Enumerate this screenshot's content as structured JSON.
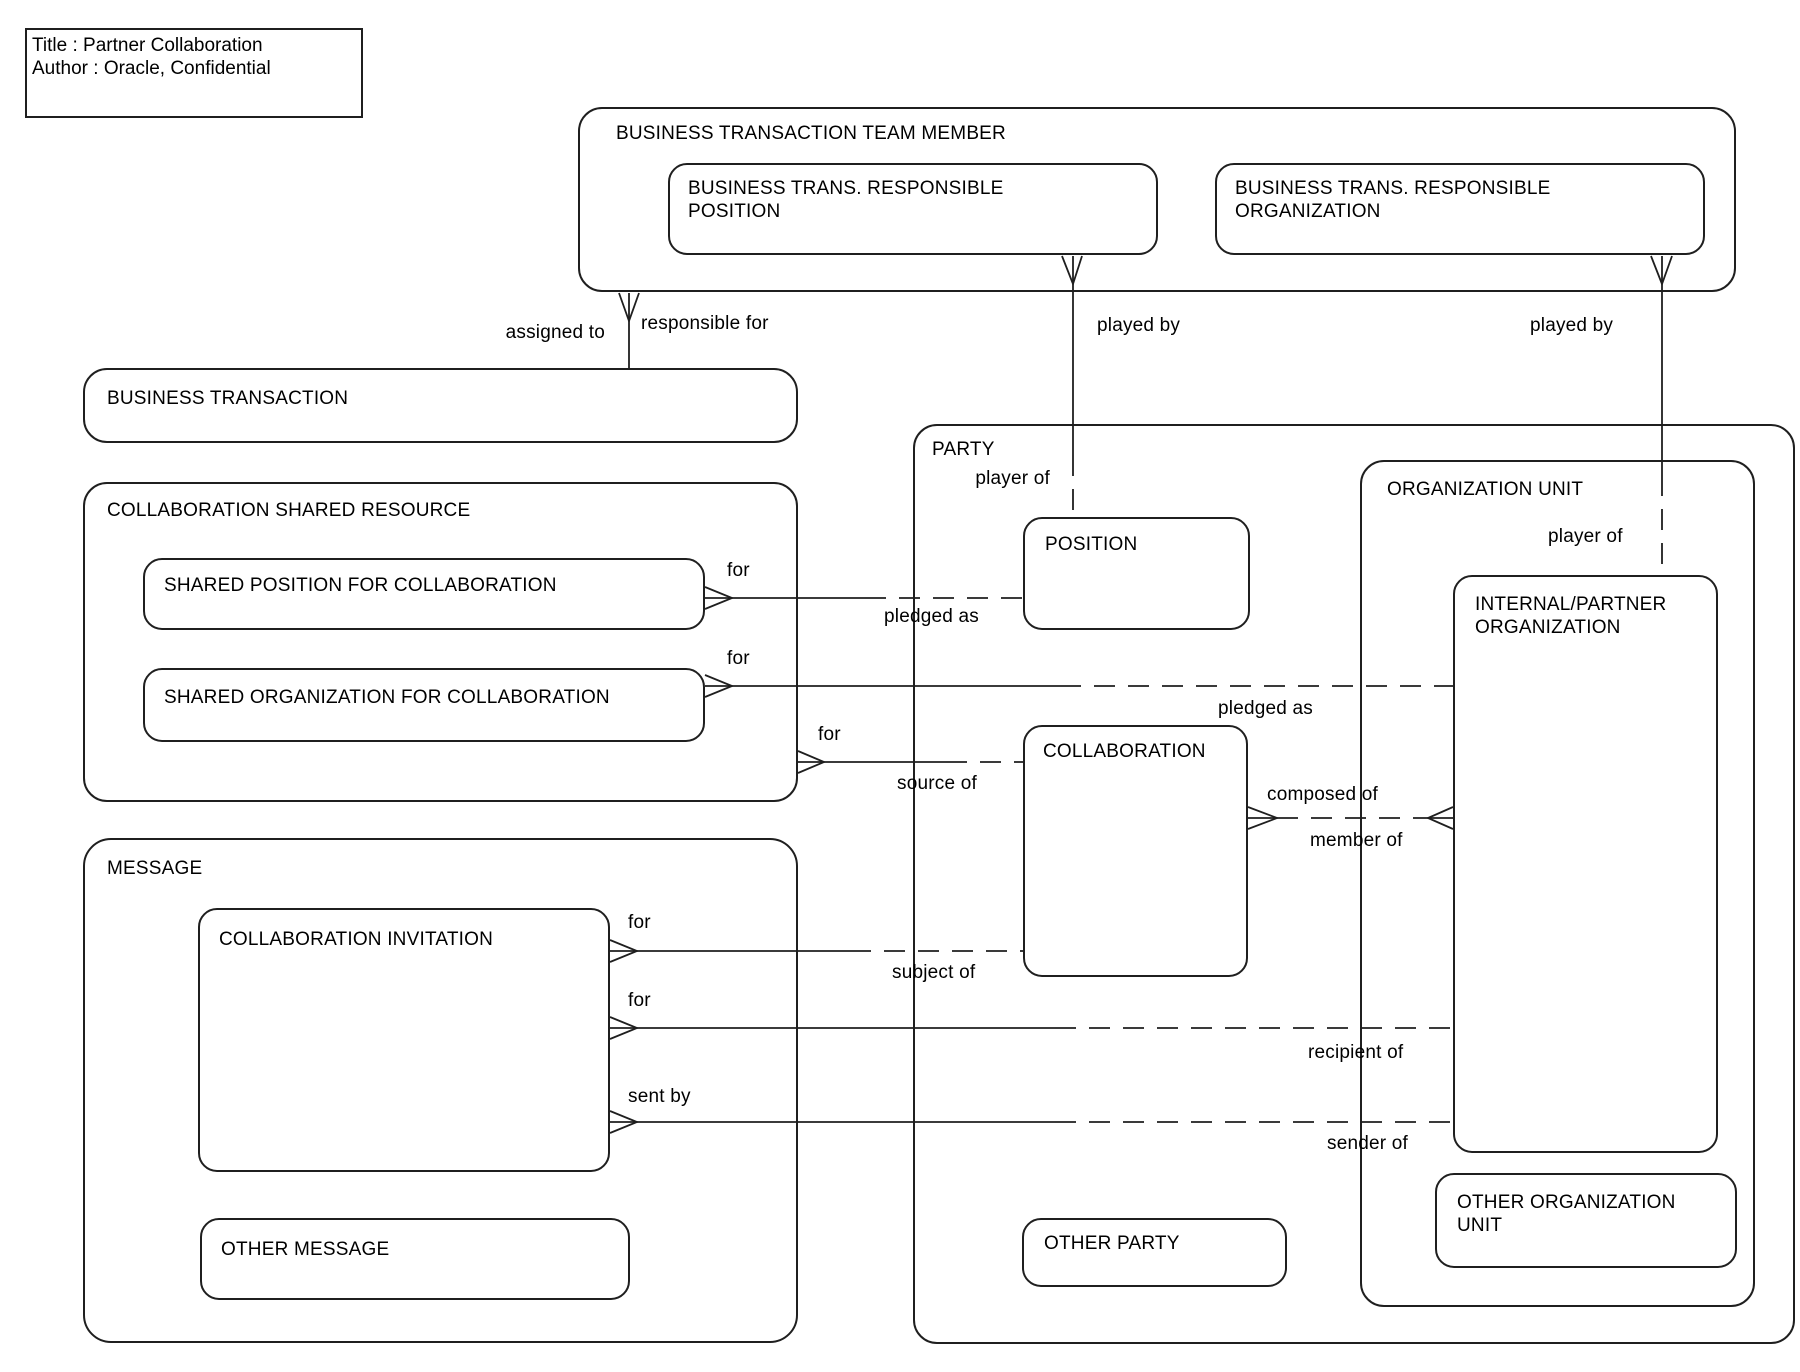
{
  "diagram": {
    "title_block": {
      "line1": "Title : Partner Collaboration",
      "line2": "Author : Oracle, Confidential"
    },
    "entities": {
      "business_transaction_team_member": "BUSINESS TRANSACTION TEAM MEMBER",
      "business_trans_responsible_position": "BUSINESS TRANS. RESPONSIBLE POSITION",
      "business_trans_responsible_organization": "BUSINESS TRANS. RESPONSIBLE ORGANIZATION",
      "business_transaction": "BUSINESS TRANSACTION",
      "collaboration_shared_resource": "COLLABORATION SHARED RESOURCE",
      "shared_position_for_collaboration": "SHARED POSITION FOR COLLABORATION",
      "shared_organization_for_collaboration": "SHARED ORGANIZATION FOR COLLABORATION",
      "message": "MESSAGE",
      "collaboration_invitation": "COLLABORATION INVITATION",
      "other_message": "OTHER MESSAGE",
      "party": "PARTY",
      "position": "POSITION",
      "collaboration": "COLLABORATION",
      "other_party": "OTHER PARTY",
      "organization_unit": "ORGANIZATION UNIT",
      "internal_partner_organization": "INTERNAL/PARTNER ORGANIZATION",
      "other_organization_unit": "OTHER ORGANIZATION UNIT"
    },
    "relationship_labels": {
      "assigned_to": "assigned to",
      "responsible_for": "responsible for",
      "played_by_position": "played by",
      "played_by_organization": "played by",
      "player_of_position": "player of",
      "player_of_organization": "player of",
      "for_shared_position": "for",
      "pledged_as_position": "pledged as",
      "for_shared_organization": "for",
      "pledged_as_organization": "pledged as",
      "for_source": "for",
      "source_of": "source of",
      "composed_of": "composed of",
      "member_of": "member of",
      "for_subject": "for",
      "subject_of": "subject of",
      "for_recipient": "for",
      "recipient_of": "recipient of",
      "sent_by": "sent by",
      "sender_of": "sender of"
    },
    "colors": {
      "line": "#1f1f1f",
      "background": "#ffffff",
      "text": "#000000"
    }
  }
}
